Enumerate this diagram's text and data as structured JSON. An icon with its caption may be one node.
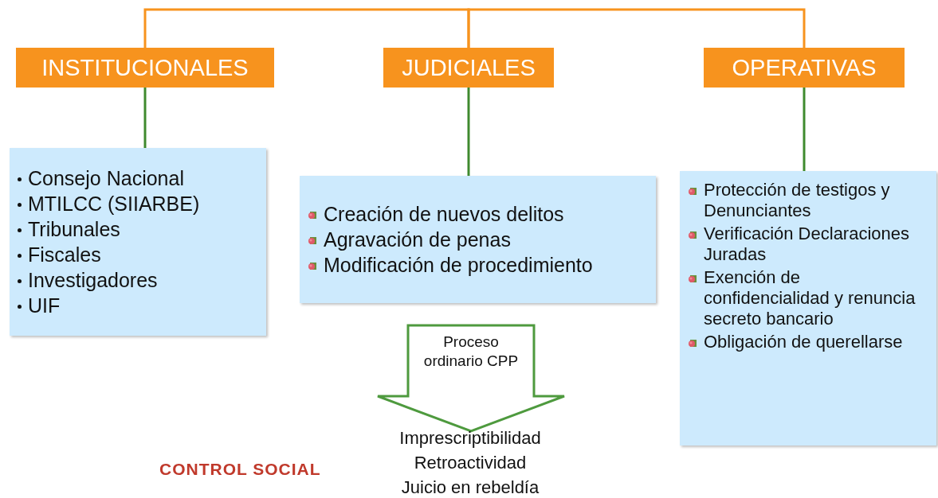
{
  "diagram": {
    "nodes": [
      {
        "text": [
          "INSTITUCIONALES"
        ]
      },
      {
        "text": [
          "JUDICIALES"
        ]
      },
      {
        "text": [
          "OPERATIVAS"
        ]
      },
      {
        "text": [
          "Consejo Nacional",
          "MTILCC (SIIARBE)",
          "Tribunales",
          "Fiscales",
          "Investigadores",
          "UIF"
        ]
      },
      {
        "text": [
          "Creación de nuevos delitos",
          "Agravación de penas",
          "Modificación de procedimiento"
        ]
      },
      {
        "text": [
          "Protección de testigos y Denunciantes",
          "Verificación Declaraciones Juradas",
          "Exención de confidencialidad y renuncia secreto bancario",
          "Obligación de querellarse"
        ]
      },
      {
        "text": [
          "Proceso ordinario CPP"
        ]
      }
    ],
    "edges": [
      {
        "from": 0,
        "to": 1,
        "arrow": "none",
        "color": "#f7931e"
      },
      {
        "from": 1,
        "to": 2,
        "arrow": "none",
        "color": "#f7931e"
      },
      {
        "from": 0,
        "to": 3,
        "arrow": "none"
      },
      {
        "from": 1,
        "to": 4,
        "arrow": "none"
      },
      {
        "from": 2,
        "to": 5,
        "arrow": "none"
      }
    ],
    "labels": [
      "Imprescriptibilidad",
      "Retroactividad",
      "Juicio en rebeldía",
      "CONTROL SOCIAL"
    ]
  }
}
